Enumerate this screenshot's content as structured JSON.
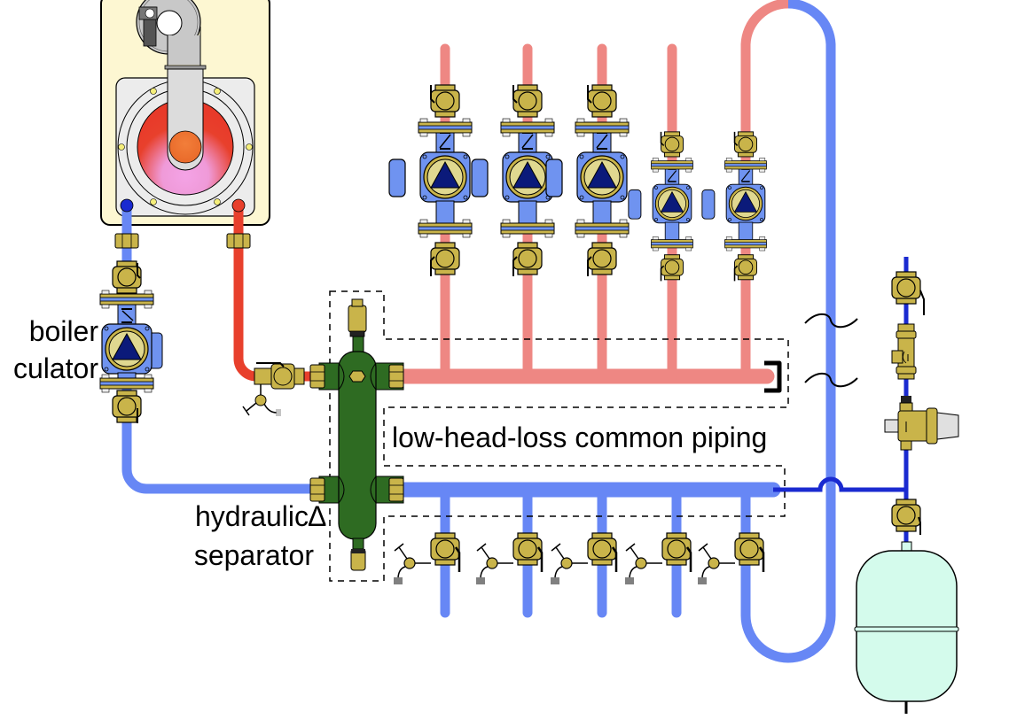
{
  "labels": {
    "circulator_line1": "boiler",
    "circulator_line2": "culator",
    "separator_line1": "hydraulic",
    "separator_line2": "separator",
    "separator_symbol": "Δ",
    "common_piping": "low-head-loss common piping"
  },
  "colors": {
    "supply_hot": "#e8402c",
    "supply_distribution": "#ee8783",
    "return": "#6787f5",
    "makeup_water": "#1a2ad0",
    "brass": "#c9b44a",
    "pump_body": "#6f93f0",
    "pump_face": "#e0d890",
    "pump_triangle": "#0b1a7a",
    "separator_green": "#2e6b22",
    "boiler_cabinet": "#fdf7d2",
    "expansion_tank": "#d4fbec"
  },
  "components": {
    "boiler": "boiler-with-burner",
    "boiler_circulator": "circulator-with-isolation-flanges",
    "hydraulic_separator": "hydraulic-separator-with-air-vent",
    "zone_circulators_count": 5,
    "return_drain_valves_count": 5,
    "expansion_tank": "diaphragm-expansion-tank",
    "makeup_valves": [
      "ball-valve",
      "backflow-preventer",
      "pressure-reducing-valve",
      "ball-valve"
    ]
  }
}
